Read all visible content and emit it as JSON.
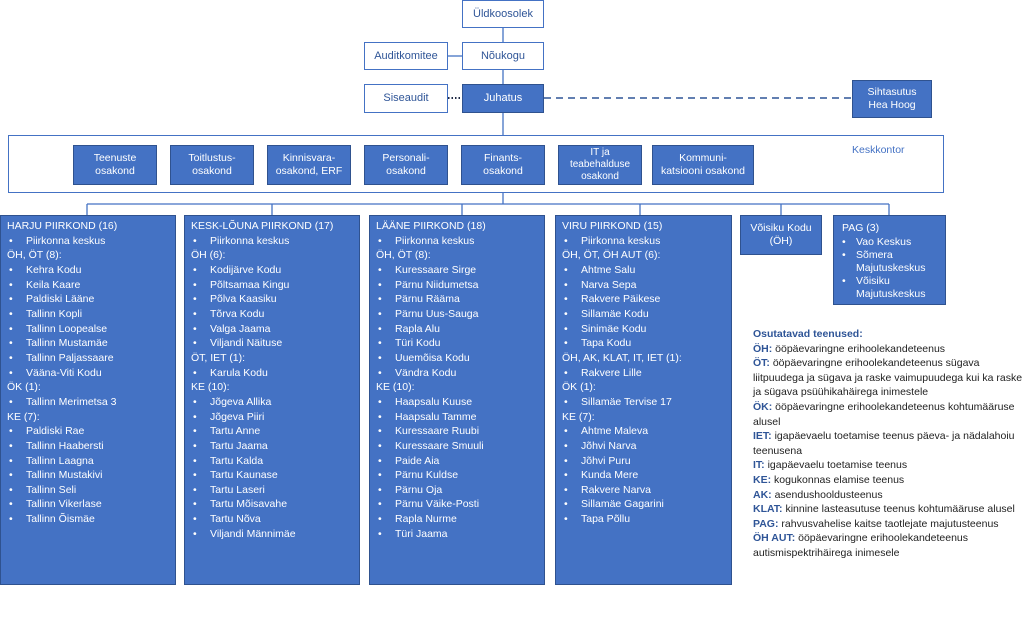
{
  "top": {
    "yldkoosolek": "Üldkoosolek",
    "noukogu": "Nõukogu",
    "auditkomitee": "Auditkomitee",
    "juhatus": "Juhatus",
    "siseaudit": "Siseaudit",
    "sihtasutus": "Sihtasutus\nHea Hoog"
  },
  "keskkontor": {
    "label": "Keskkontor",
    "departments": [
      "Teenuste\nosakond",
      "Toitlustus-\nosakond",
      "Kinnisvara-\nosakond, ERF",
      "Personali-\nosakond",
      "Finants-\nosakond",
      "IT ja\nteabehalduse\nosakond",
      "Kommuni-\nkatsiooni osakond"
    ]
  },
  "regions": {
    "harju": [
      {
        "t": "h",
        "v": "HARJU PIIRKOND (16)"
      },
      {
        "t": "b",
        "v": "Piirkonna keskus"
      },
      {
        "t": "h",
        "v": "ÖH, ÖT (8):"
      },
      {
        "t": "b",
        "v": "Kehra Kodu"
      },
      {
        "t": "b",
        "v": "Keila Kaare"
      },
      {
        "t": "b",
        "v": "Paldiski Lääne"
      },
      {
        "t": "b",
        "v": "Tallinn Kopli"
      },
      {
        "t": "b",
        "v": "Tallinn Loopealse"
      },
      {
        "t": "b",
        "v": "Tallinn Mustamäe"
      },
      {
        "t": "b",
        "v": "Tallinn Paljassaare"
      },
      {
        "t": "b",
        "v": "Vääna-Viti Kodu"
      },
      {
        "t": "h",
        "v": "ÖK (1):"
      },
      {
        "t": "b",
        "v": "Tallinn Merimetsa 3"
      },
      {
        "t": "h",
        "v": "KE (7):"
      },
      {
        "t": "b",
        "v": "Paldiski Rae"
      },
      {
        "t": "b",
        "v": "Tallinn Haabersti"
      },
      {
        "t": "b",
        "v": "Tallinn Laagna"
      },
      {
        "t": "b",
        "v": "Tallinn Mustakivi"
      },
      {
        "t": "b",
        "v": "Tallinn Seli"
      },
      {
        "t": "b",
        "v": "Tallinn Vikerlase"
      },
      {
        "t": "b",
        "v": "Tallinn Õismäe"
      }
    ],
    "keskLouna": [
      {
        "t": "h",
        "v": "KESK-LÕUNA PIIRKOND (17)"
      },
      {
        "t": "b",
        "v": "Piirkonna keskus"
      },
      {
        "t": "h",
        "v": "ÖH (6):"
      },
      {
        "t": "b",
        "v": "Kodijärve Kodu"
      },
      {
        "t": "b",
        "v": "Põltsamaa Kingu"
      },
      {
        "t": "b",
        "v": "Põlva Kaasiku"
      },
      {
        "t": "b",
        "v": "Tõrva Kodu"
      },
      {
        "t": "b",
        "v": "Valga Jaama"
      },
      {
        "t": "b",
        "v": "Viljandi Näituse"
      },
      {
        "t": "h",
        "v": "ÖT, IET (1):"
      },
      {
        "t": "b",
        "v": "Karula Kodu"
      },
      {
        "t": "h",
        "v": "KE (10):"
      },
      {
        "t": "b",
        "v": "Jõgeva Allika"
      },
      {
        "t": "b",
        "v": "Jõgeva Piiri"
      },
      {
        "t": "b",
        "v": "Tartu Anne"
      },
      {
        "t": "b",
        "v": "Tartu Jaama"
      },
      {
        "t": "b",
        "v": "Tartu Kalda"
      },
      {
        "t": "b",
        "v": "Tartu Kaunase"
      },
      {
        "t": "b",
        "v": "Tartu Laseri"
      },
      {
        "t": "b",
        "v": "Tartu Mõisavahe"
      },
      {
        "t": "b",
        "v": "Tartu Nõva"
      },
      {
        "t": "b",
        "v": "Viljandi Männimäe"
      }
    ],
    "laane": [
      {
        "t": "h",
        "v": "LÄÄNE PIIRKOND (18)"
      },
      {
        "t": "b",
        "v": "Piirkonna keskus"
      },
      {
        "t": "h",
        "v": "ÖH, ÖT (8):"
      },
      {
        "t": "b",
        "v": "Kuressaare Sirge"
      },
      {
        "t": "b",
        "v": "Pärnu Niidumetsa"
      },
      {
        "t": "b",
        "v": "Pärnu Rääma"
      },
      {
        "t": "b",
        "v": "Pärnu Uus-Sauga"
      },
      {
        "t": "b",
        "v": "Rapla Alu"
      },
      {
        "t": "b",
        "v": "Türi Kodu"
      },
      {
        "t": "b",
        "v": "Uuemõisa Kodu"
      },
      {
        "t": "b",
        "v": "Vändra Kodu"
      },
      {
        "t": "h",
        "v": "KE (10):"
      },
      {
        "t": "b",
        "v": "Haapsalu Kuuse"
      },
      {
        "t": "b",
        "v": "Haapsalu Tamme"
      },
      {
        "t": "b",
        "v": "Kuressaare Ruubi"
      },
      {
        "t": "b",
        "v": "Kuressaare Smuuli"
      },
      {
        "t": "b",
        "v": "Paide Aia"
      },
      {
        "t": "b",
        "v": "Pärnu Kuldse"
      },
      {
        "t": "b",
        "v": "Pärnu Oja"
      },
      {
        "t": "b",
        "v": "Pärnu Väike-Posti"
      },
      {
        "t": "b",
        "v": "Rapla Nurme"
      },
      {
        "t": "b",
        "v": "Türi Jaama"
      }
    ],
    "viru": [
      {
        "t": "h",
        "v": "VIRU PIIRKOND (15)"
      },
      {
        "t": "b",
        "v": "Piirkonna keskus"
      },
      {
        "t": "h",
        "v": "ÖH, ÖT, ÖH AUT (6):"
      },
      {
        "t": "b",
        "v": "Ahtme Salu"
      },
      {
        "t": "b",
        "v": "Narva Sepa"
      },
      {
        "t": "b",
        "v": "Rakvere Päikese"
      },
      {
        "t": "b",
        "v": "Sillamäe Kodu"
      },
      {
        "t": "b",
        "v": "Sinimäe Kodu"
      },
      {
        "t": "b",
        "v": "Tapa Kodu"
      },
      {
        "t": "h",
        "v": "ÖH, AK, KLAT, IT, IET (1):"
      },
      {
        "t": "b",
        "v": "Rakvere Lille"
      },
      {
        "t": "h",
        "v": "ÖK (1):"
      },
      {
        "t": "b",
        "v": "Sillamäe Tervise 17"
      },
      {
        "t": "h",
        "v": "KE (7):"
      },
      {
        "t": "b",
        "v": "Ahtme Maleva"
      },
      {
        "t": "b",
        "v": "Jõhvi Narva"
      },
      {
        "t": "b",
        "v": "Jõhvi Puru"
      },
      {
        "t": "b",
        "v": "Kunda Mere"
      },
      {
        "t": "b",
        "v": "Rakvere Narva"
      },
      {
        "t": "b",
        "v": "Sillamäe Gagarini"
      },
      {
        "t": "b",
        "v": "Tapa Põllu"
      }
    ]
  },
  "voisiku": "Võisiku Kodu\n(ÖH)",
  "pag": {
    "title": "PAG (3)",
    "items": [
      "Vao Keskus",
      "Sõmera Majutuskeskus",
      "Võisiku Majutuskeskus"
    ]
  },
  "legend": {
    "title": "Osutatavad teenused:",
    "entries": [
      {
        "k": "ÖH:",
        "v": " ööpäevaringne erihoolekandeteenus"
      },
      {
        "k": "ÖT:",
        "v": " ööpäevaringne erihoolekandeteenus sügava liitpuudega ja sügava ja raske vaimupuudega kui ka raske ja sügava psüühikahäirega inimestele"
      },
      {
        "k": "ÖK:",
        "v": " ööpäevaringne erihoolekandeteenus kohtumääruse alusel"
      },
      {
        "k": "IET:",
        "v": " igapäevaelu toetamise teenus päeva- ja nädalahoiu teenusena"
      },
      {
        "k": "IT:",
        "v": " igapäevaelu toetamise teenus"
      },
      {
        "k": "KE:",
        "v": " kogukonnas elamise teenus"
      },
      {
        "k": "AK:",
        "v": " asendushooldusteenus"
      },
      {
        "k": "KLAT:",
        "v": " kinnine lasteasutuse teenus kohtumääruse alusel"
      },
      {
        "k": "PAG:",
        "v": " rahvusvahelise kaitse taotlejate majutusteenus"
      },
      {
        "k": "ÖH AUT:",
        "v": " ööpäevaringne erihoolekandeteenus autismispektrihäirega inimesele"
      }
    ]
  }
}
